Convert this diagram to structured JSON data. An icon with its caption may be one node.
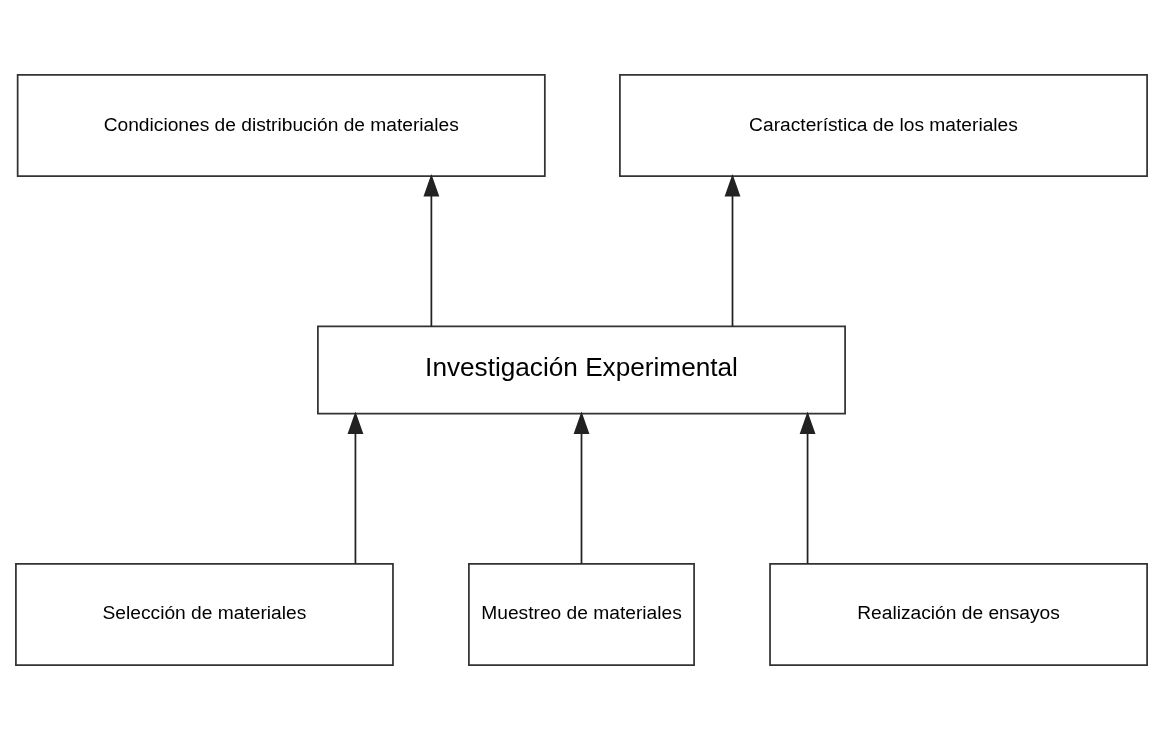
{
  "diagram": {
    "nodes": [
      {
        "text": [
          "Condiciones de distribución de materiales"
        ]
      },
      {
        "text": [
          "Característica de los materiales"
        ]
      },
      {
        "text": [
          "Investigación Experimental"
        ]
      },
      {
        "text": [
          "Selección de materiales"
        ]
      },
      {
        "text": [
          "Muestreo de materiales"
        ]
      },
      {
        "text": [
          "Realización de ensayos"
        ]
      }
    ],
    "edges": [
      {
        "from": 2,
        "to": 0,
        "arrow": "to"
      },
      {
        "from": 2,
        "to": 1,
        "arrow": "to"
      },
      {
        "from": 3,
        "to": 2,
        "arrow": "to"
      },
      {
        "from": 4,
        "to": 2,
        "arrow": "to"
      },
      {
        "from": 5,
        "to": 2,
        "arrow": "to"
      }
    ]
  }
}
